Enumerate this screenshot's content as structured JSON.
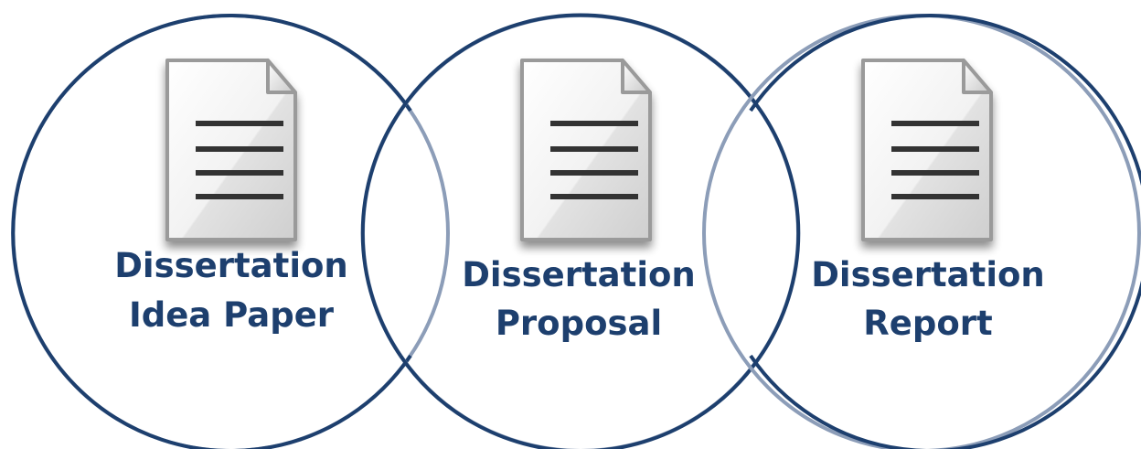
{
  "colors": {
    "circle_stroke": "#1d3f6e",
    "circle_overlap_stroke": "#8c9db8",
    "label": "#1d3f6e",
    "paper_fill": "#f4f4f4",
    "paper_edge": "#9a9a9a",
    "text_line": "#333333"
  },
  "stages": [
    {
      "icon": "document-icon",
      "label_line1": "Dissertation",
      "label_line2": "Idea Paper"
    },
    {
      "icon": "document-icon",
      "label_line1": "Dissertation",
      "label_line2": "Proposal"
    },
    {
      "icon": "document-icon",
      "label_line1": "Dissertation",
      "label_line2": "Report"
    }
  ]
}
